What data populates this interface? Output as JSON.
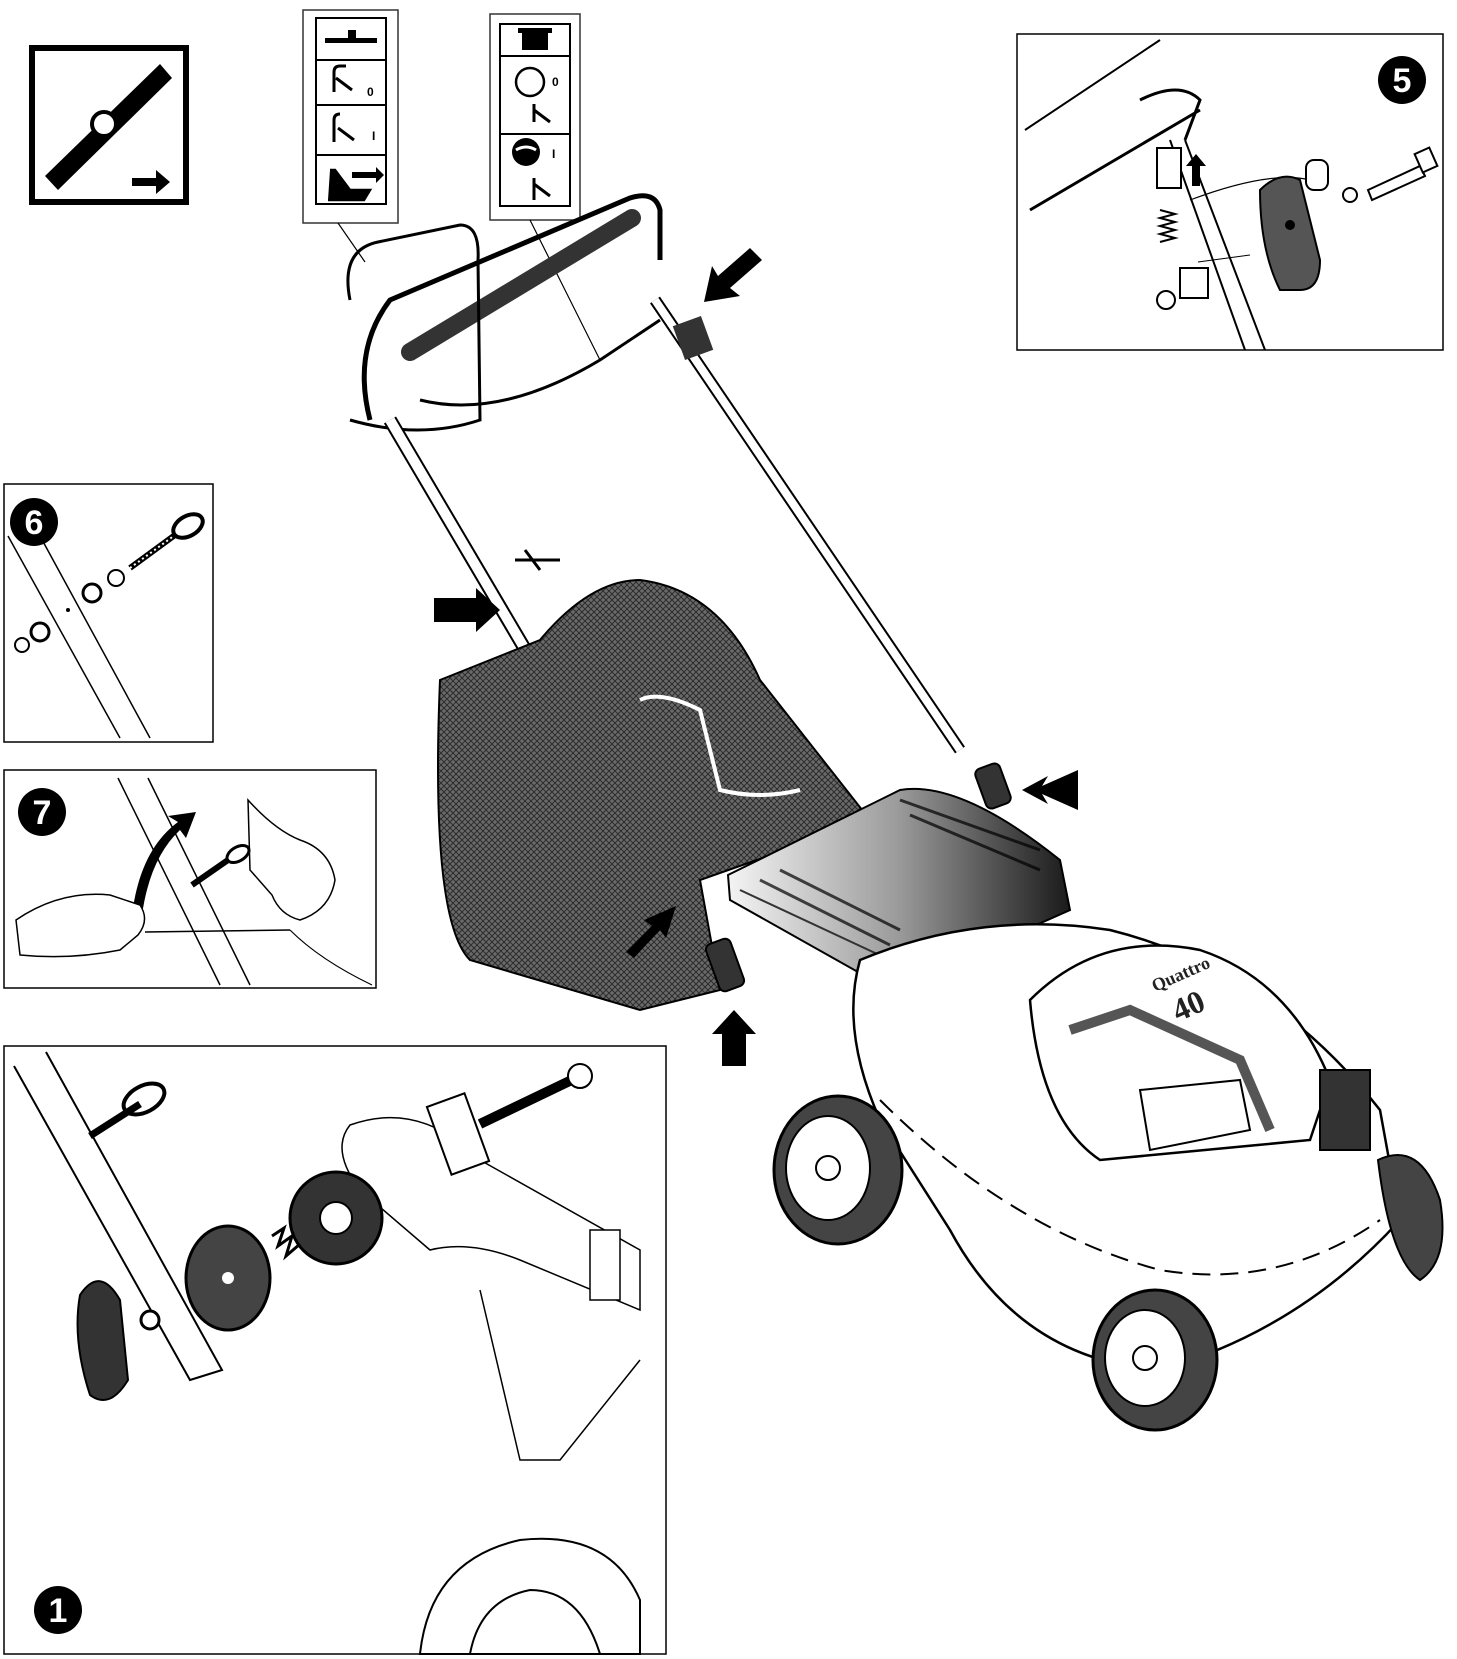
{
  "figure": {
    "brand_label": "Quattro",
    "model_number": "40"
  },
  "panels": {
    "top_right": {
      "number": "5"
    },
    "mid_left": {
      "number": "6"
    },
    "lower_left": {
      "number": "7"
    },
    "bottom_left": {
      "number": "1"
    }
  },
  "decals": {
    "left_decal_marks": [
      "0",
      "I"
    ],
    "right_decal_marks": [
      "0",
      "I"
    ]
  },
  "colors": {
    "line": "#000000",
    "fill_dark": "#2a2a2a",
    "mesh": "#555555"
  }
}
